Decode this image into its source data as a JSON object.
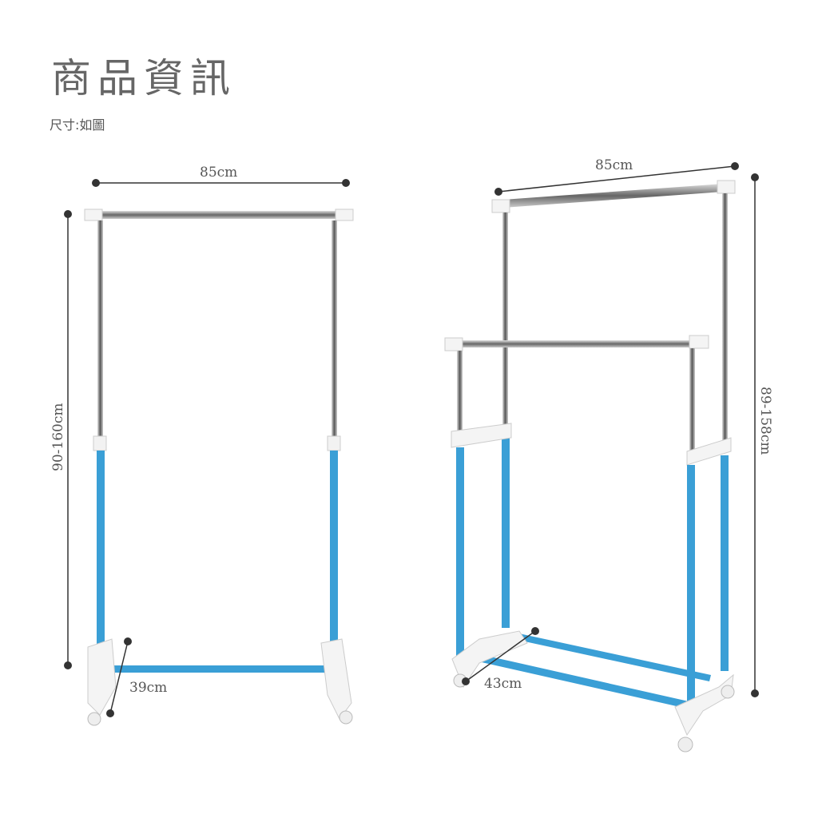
{
  "header": {
    "title": "商品資訊",
    "subtitle": "尺寸:如圖"
  },
  "left_rack": {
    "width_label": "85cm",
    "height_label": "90-160cm",
    "depth_label": "39cm"
  },
  "right_rack": {
    "width_label": "85cm",
    "height_label": "89-158cm",
    "depth_label": "43cm"
  },
  "colors": {
    "tube_blue": "#3a9fd6",
    "chrome": "#9a9a9a",
    "dimension_line": "#333333"
  }
}
